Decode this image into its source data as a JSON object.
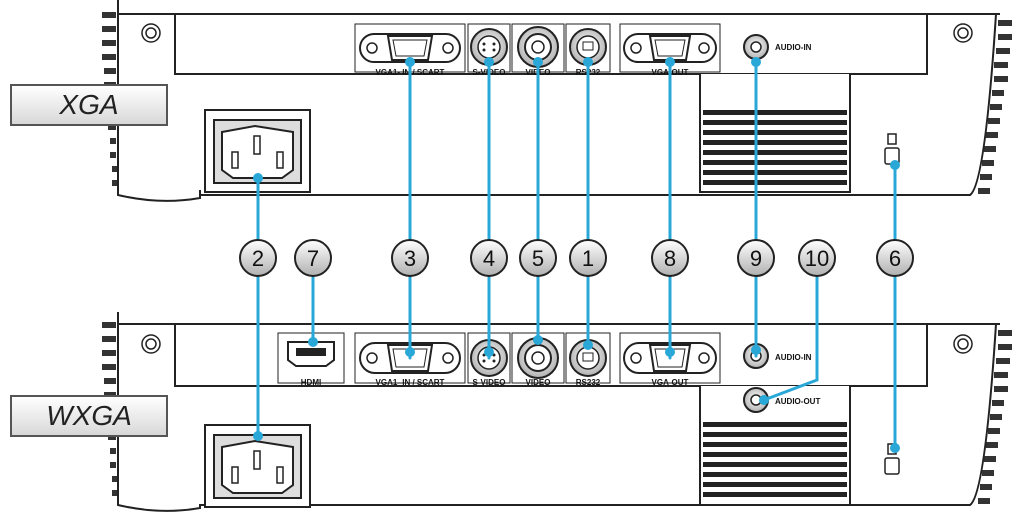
{
  "models": {
    "top": "XGA",
    "bottom": "WXGA"
  },
  "callouts": [
    "2",
    "7",
    "3",
    "4",
    "5",
    "1",
    "8",
    "9",
    "10",
    "6"
  ],
  "top_ports": {
    "vga_in": "VGA1- IN / SCART",
    "svideo": "S-VIDEO",
    "video": "VIDEO",
    "rs232": "RS232",
    "vga_out": "VGA-OUT",
    "audio_in": "AUDIO-IN"
  },
  "bottom_ports": {
    "hdmi": "HDMI",
    "vga_in": "VGA1- IN / SCART",
    "svideo": "S-VIDEO",
    "video": "VIDEO",
    "rs232": "RS232",
    "vga_out": "VGA-OUT",
    "audio_in": "AUDIO-IN",
    "audio_out": "AUDIO-OUT"
  },
  "colors": {
    "connector_line": "#29a8d8",
    "outline": "#222222",
    "panel": "#ffffff"
  }
}
